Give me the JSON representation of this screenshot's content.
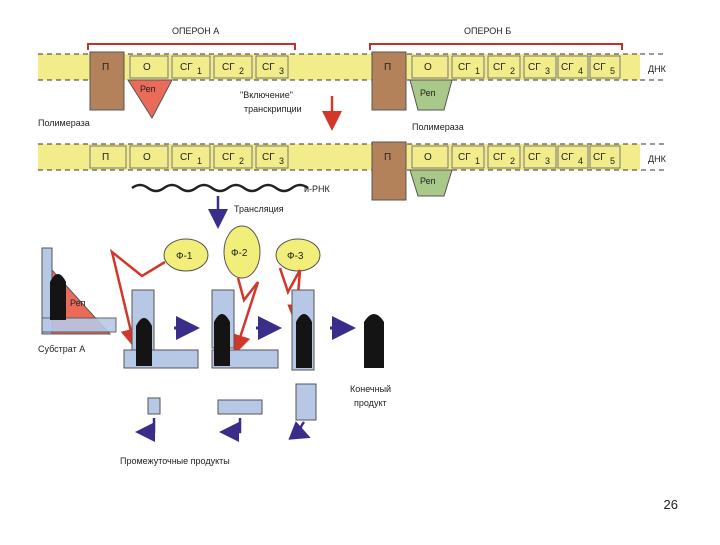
{
  "operon_a": {
    "title": "ОПЕРОН А",
    "cells": [
      "П",
      "О",
      "СГ",
      "СГ",
      "СГ"
    ],
    "subs": [
      "",
      "",
      "1",
      "2",
      "3"
    ]
  },
  "operon_b": {
    "title": "ОПЕРОН Б",
    "cells": [
      "П",
      "О",
      "СГ",
      "СГ",
      "СГ",
      "СГ",
      "СГ"
    ],
    "subs": [
      "",
      "",
      "1",
      "2",
      "3",
      "4",
      "5"
    ]
  },
  "labels": {
    "dna": "ДНК",
    "rep": "Реп",
    "polymerase": "Полимераза",
    "switch_on_1": "\"Включение\"",
    "switch_on_2": "транскрипции",
    "mrna": "и-РНК",
    "translation": "Трансляция",
    "f1": "Ф-1",
    "f2": "Ф-2",
    "f3": "Ф-3",
    "substrate": "Субстрат А",
    "end_product_1": "Конечный",
    "end_product_2": "продукт",
    "intermediates": "Промежуточные продукты"
  },
  "page_number": "26",
  "colors": {
    "dna_band": "#f2ec8a",
    "promoter": "#b3825a",
    "repressor_red": "#ea6b5a",
    "repressor_green": "#a9c98a",
    "enzyme": "#f2ee7a",
    "substrate_blue": "#b7c8e6",
    "arrow_red": "#d2372a",
    "arrow_blue": "#3a2d8a",
    "bracket_red": "#c0332a"
  }
}
